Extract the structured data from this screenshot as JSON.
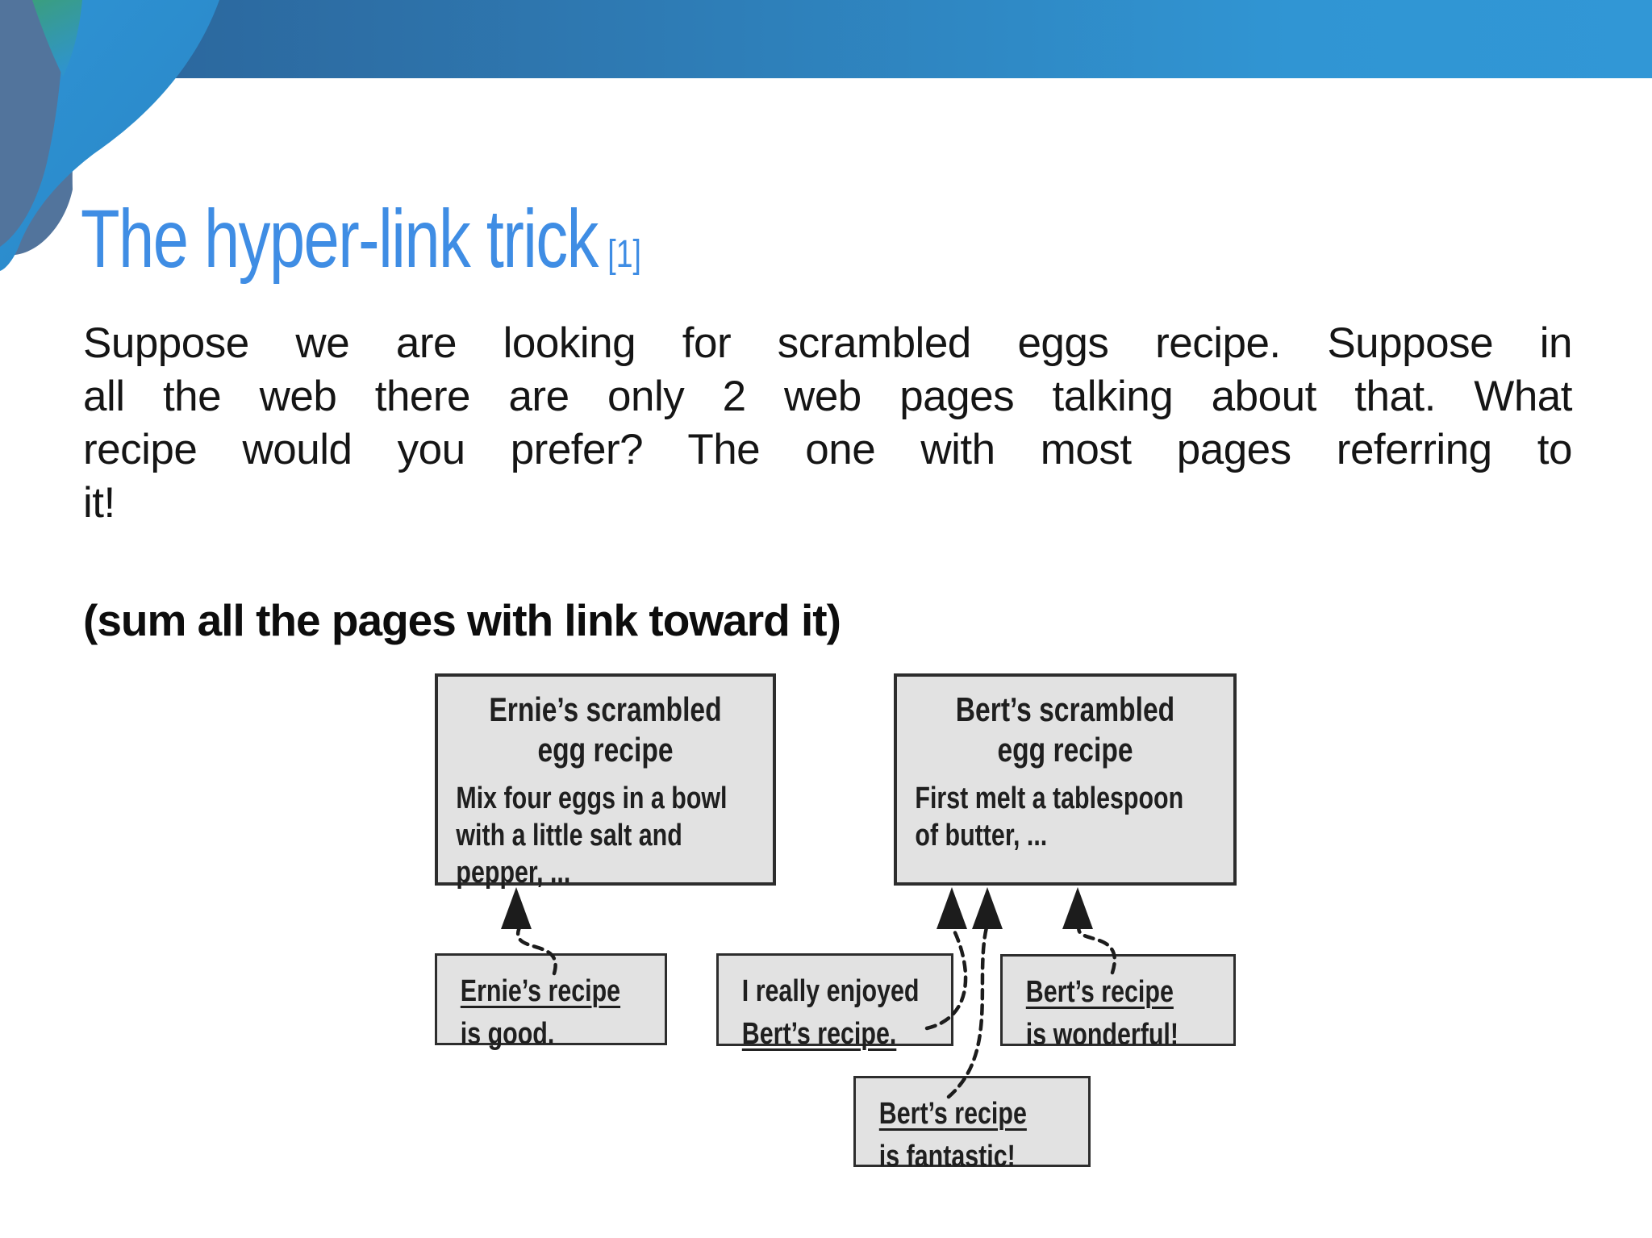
{
  "slide": {
    "title": "The hyper-link trick",
    "title_ref": "[1]",
    "paragraph_lines": [
      "Suppose we are looking for scrambled eggs recipe. Suppose in",
      "all the web there are only 2 web pages talking about that. What",
      "recipe would you prefer? The one with most pages referring to",
      "it!"
    ],
    "note": "(sum all the pages with link toward it)"
  },
  "diagram": {
    "pages": [
      {
        "title_line_1": "Ernie’s scrambled",
        "title_line_2": "egg recipe",
        "body_line_1": "Mix four eggs in a bowl",
        "body_line_2": "with a little salt and",
        "body_line_3": "pepper, ..."
      },
      {
        "title_line_1": "Bert’s scrambled",
        "title_line_2": "egg recipe",
        "body_line_1": "First melt a tablespoon",
        "body_line_2": "of butter, ..."
      }
    ],
    "links": [
      {
        "line_1": "Ernie’s recipe",
        "line_2": "is good."
      },
      {
        "line_1": "I really enjoyed",
        "line_2": "Bert’s recipe."
      },
      {
        "line_1": "Bert’s recipe",
        "line_2": "is wonderful!"
      },
      {
        "line_1": "Bert’s recipe",
        "line_2": "is fantastic!"
      }
    ]
  },
  "colors": {
    "title_blue": "#3f8de4",
    "band_left": "#2b6298",
    "band_right": "#3197d6",
    "swoosh_slate": "#52749c",
    "swoosh_green": "#3a9e7e",
    "swoosh_blue": "#2e93d4",
    "box_fill": "#e2e2e2",
    "box_border": "#2d2d2d",
    "arrow_black": "#1c1c1c"
  }
}
